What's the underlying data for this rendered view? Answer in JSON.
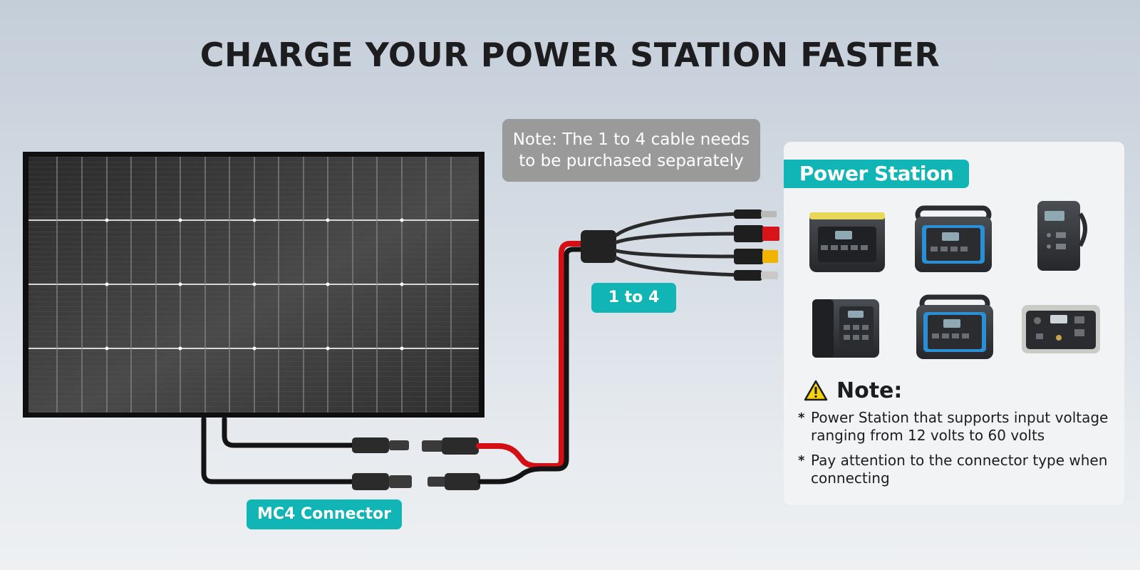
{
  "title": "CHARGE YOUR POWER STATION FASTER",
  "cable_note": {
    "line1": "Note: The 1 to 4 cable needs",
    "line2": "to be purchased separately"
  },
  "labels": {
    "mc4_connector": "MC4 Connector",
    "one_to_four": "1 to 4"
  },
  "power_station_panel": {
    "header": "Power Station",
    "note_title": "Note:",
    "notes": [
      {
        "bullet": "*",
        "text": "Power Station that supports input voltage ranging from 12 volts to 60 volts"
      },
      {
        "bullet": "*",
        "text": "Pay attention to the connector type when connecting"
      }
    ]
  },
  "colors": {
    "accent_teal": "#12b5b6",
    "cable_red": "#d40f14",
    "cable_black": "#141414",
    "note_bubble_gray": "#9a9a9a",
    "warning_yellow": "#f5d20a"
  },
  "icons": [
    "warning-icon",
    "solar-panel-image",
    "power-station-image"
  ]
}
